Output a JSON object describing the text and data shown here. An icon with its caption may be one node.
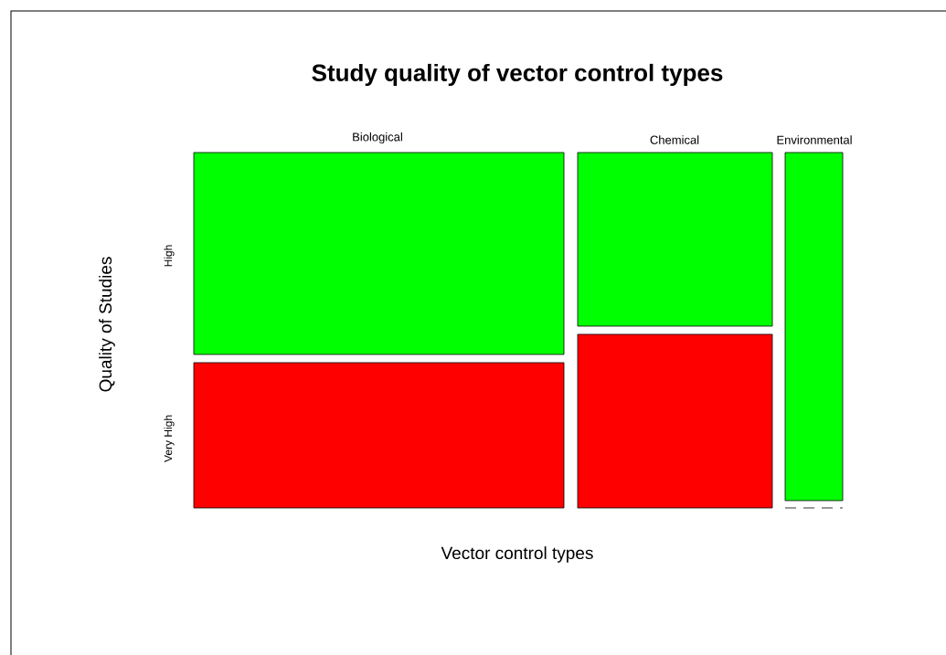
{
  "diagram": {
    "title": "Study quality of vector control types",
    "nodes": [
      {
        "text": [],
        "shape": "box"
      },
      {
        "text": [],
        "shape": "box"
      },
      {
        "text": [],
        "shape": "box"
      },
      {
        "text": [],
        "shape": "box"
      },
      {
        "text": [],
        "shape": "box"
      }
    ],
    "labels": [
      "Biological",
      "Chemical",
      "Environmental",
      "Quality of Studies",
      "High",
      "Very High",
      "Vector control types"
    ]
  }
}
